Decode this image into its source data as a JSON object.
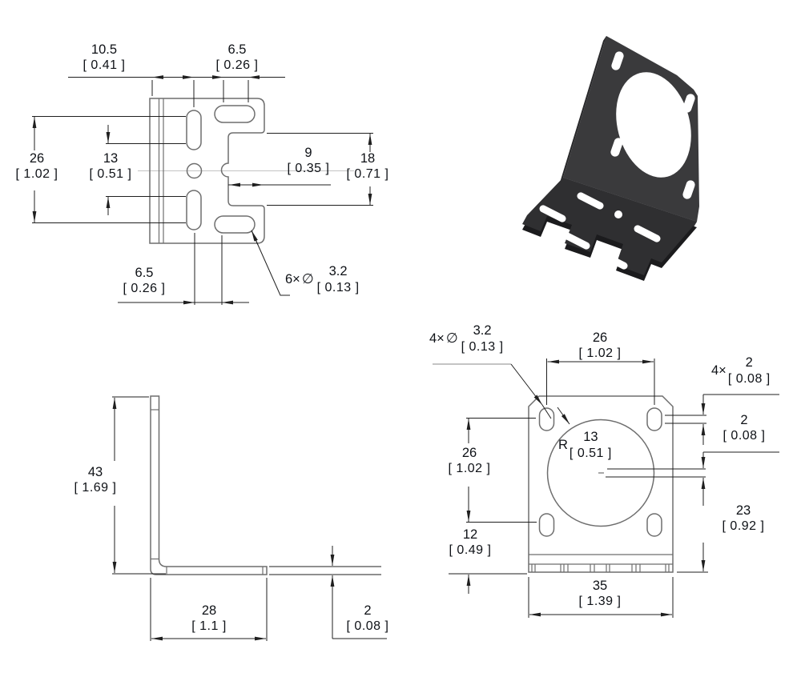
{
  "views": {
    "base_top": {
      "dims": {
        "edge_to_slot": {
          "mm": "10.5",
          "inch": "[ 0.41 ]"
        },
        "slot_span_top": {
          "mm": "6.5",
          "inch": "[ 0.26 ]"
        },
        "outer_span": {
          "mm": "26",
          "inch": "[ 1.02 ]"
        },
        "inner_span": {
          "mm": "13",
          "inch": "[ 0.51 ]"
        },
        "notch_depth": {
          "mm": "9",
          "inch": "[ 0.35 ]"
        },
        "notch_height": {
          "mm": "18",
          "inch": "[ 0.71 ]"
        },
        "slot_span_bottom": {
          "mm": "6.5",
          "inch": "[ 0.26 ]"
        },
        "hole_note": {
          "qty": "6×",
          "dia": "∅",
          "mm": "3.2",
          "inch": "[ 0.13 ]"
        }
      }
    },
    "side": {
      "dims": {
        "height": {
          "mm": "43",
          "inch": "[ 1.69 ]"
        },
        "depth": {
          "mm": "28",
          "inch": "[ 1.1 ]"
        },
        "thickness": {
          "mm": "2",
          "inch": "[ 0.08 ]"
        }
      }
    },
    "motor_face": {
      "dims": {
        "hole_note": {
          "qty": "4×",
          "dia": "∅",
          "mm": "3.2",
          "inch": "[ 0.13 ]"
        },
        "hole_span_h": {
          "mm": "26",
          "inch": "[ 1.02 ]"
        },
        "slot_travel": {
          "qty": "4×",
          "mm": "2",
          "inch": "[ 0.08 ]"
        },
        "center_offset": {
          "mm": "2",
          "inch": "[ 0.08 ]"
        },
        "pilot_radius": {
          "prefix": "R",
          "mm": "13",
          "inch": "[ 0.51 ]"
        },
        "hole_span_v": {
          "mm": "26",
          "inch": "[ 1.02 ]"
        },
        "hole_to_edge": {
          "mm": "12",
          "inch": "[ 0.49 ]"
        },
        "center_to_edge": {
          "mm": "23",
          "inch": "[ 0.92 ]"
        },
        "width": {
          "mm": "35",
          "inch": "[ 1.39 ]"
        }
      }
    }
  },
  "colors": {
    "dimension_line": "#1f1f1f",
    "part_outline": "#6e6e6e",
    "centerline": "#c3c3c3",
    "iso_face": "#3a3a3c",
    "text": "#0e1116"
  }
}
